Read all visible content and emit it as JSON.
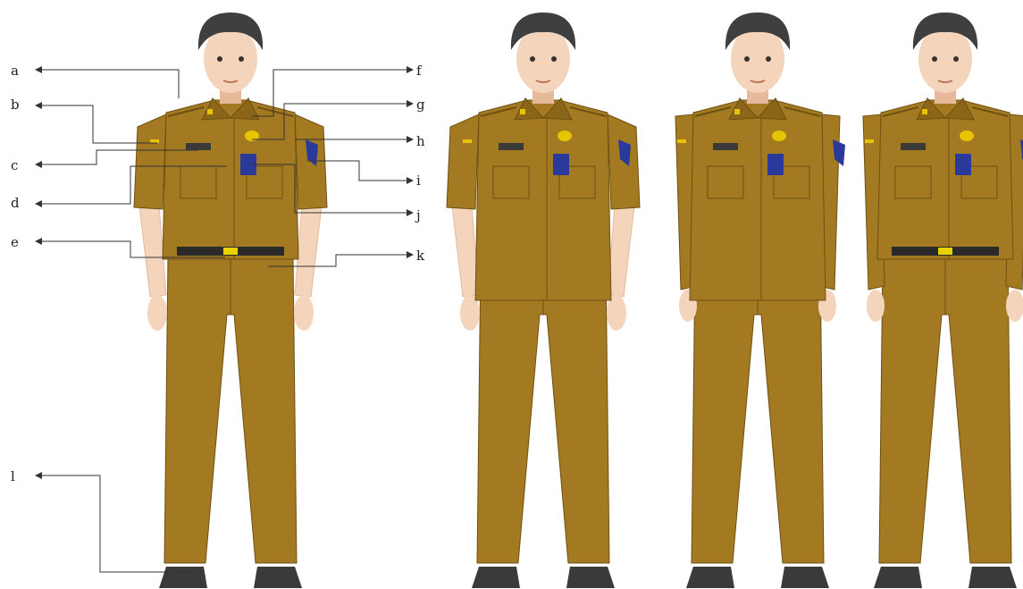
{
  "colors": {
    "uniform": "#a37a22",
    "uniform_shadow": "#8c6618",
    "uniform_line": "#6e5012",
    "skin": "#f4d4bb",
    "skin_shadow": "#e6b99a",
    "hair": "#3f3f3f",
    "shoe": "#3a3a3a",
    "belt": "#2a2a2a",
    "buckle": "#e8d200",
    "badge_blue": "#2a3a9a",
    "name_tag": "#3a3a3a",
    "emblem_gold": "#e8c400",
    "leader_line": "#333333",
    "background": "#ffffff"
  },
  "figures": [
    {
      "id": "figure-1",
      "sleeve": "short",
      "belt": true,
      "annotated": true
    },
    {
      "id": "figure-2",
      "sleeve": "short",
      "belt": false,
      "annotated": false
    },
    {
      "id": "figure-3",
      "sleeve": "long",
      "belt": false,
      "annotated": false
    },
    {
      "id": "figure-4",
      "sleeve": "long",
      "belt": true,
      "annotated": false
    }
  ],
  "annotations": [
    {
      "id": "a",
      "text": "a",
      "side": "left"
    },
    {
      "id": "b",
      "text": "b",
      "side": "left"
    },
    {
      "id": "c1",
      "text": "c",
      "side": "left"
    },
    {
      "id": "d",
      "text": "d",
      "side": "left"
    },
    {
      "id": "e",
      "text": "e",
      "side": "left"
    },
    {
      "id": "l",
      "text": "l",
      "side": "left"
    },
    {
      "id": "f",
      "text": "f",
      "side": "right"
    },
    {
      "id": "g",
      "text": "g",
      "side": "right"
    },
    {
      "id": "h",
      "text": "h",
      "side": "right"
    },
    {
      "id": "i",
      "text": "i",
      "side": "right"
    },
    {
      "id": "j",
      "text": "j",
      "side": "right"
    },
    {
      "id": "k",
      "text": "k",
      "side": "right"
    }
  ]
}
